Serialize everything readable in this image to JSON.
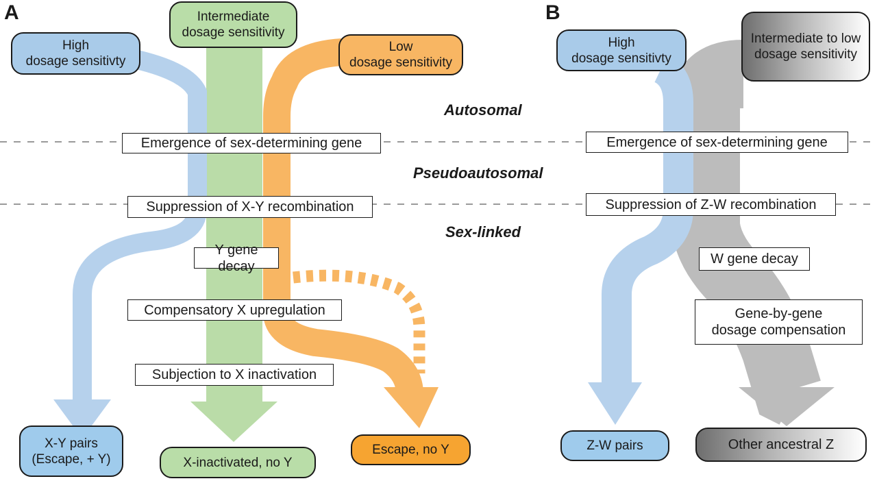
{
  "colors": {
    "blue_flow": "#b6d1ec",
    "green_flow": "#badca8",
    "orange_flow": "#f8b663",
    "gray_flow": "#bcbcbc",
    "dashed_line": "#999999"
  },
  "panel_a": {
    "letter": "A",
    "sources": {
      "high": "High\ndosage sensitivty",
      "intermediate": "Intermediate\ndosage sensitivity",
      "low": "Low\ndosage sensitivity"
    },
    "steps": {
      "emergence": "Emergence of sex-determining gene",
      "suppression": "Suppression of X-Y recombination",
      "y_decay": "Y gene decay",
      "upregulation": "Compensatory X upregulation",
      "x_inactivation": "Subjection to X inactivation"
    },
    "outcomes": {
      "xy_pairs": "X-Y pairs\n(Escape, + Y)",
      "x_inactivated": "X-inactivated, no Y",
      "escape": "Escape, no Y"
    }
  },
  "zones": {
    "autosomal": "Autosomal",
    "pseudoautosomal": "Pseudoautosomal",
    "sex_linked": "Sex-linked"
  },
  "panel_b": {
    "letter": "B",
    "sources": {
      "high": "High\ndosage sensitivty",
      "intermediate_low": "Intermediate to low\ndosage sensitivity"
    },
    "steps": {
      "emergence": "Emergence of sex-determining gene",
      "suppression": "Suppression of Z-W recombination",
      "w_decay": "W gene decay",
      "gene_by_gene": "Gene-by-gene\ndosage compensation"
    },
    "outcomes": {
      "zw_pairs": "Z-W pairs",
      "other_z": "Other ancestral Z"
    }
  }
}
